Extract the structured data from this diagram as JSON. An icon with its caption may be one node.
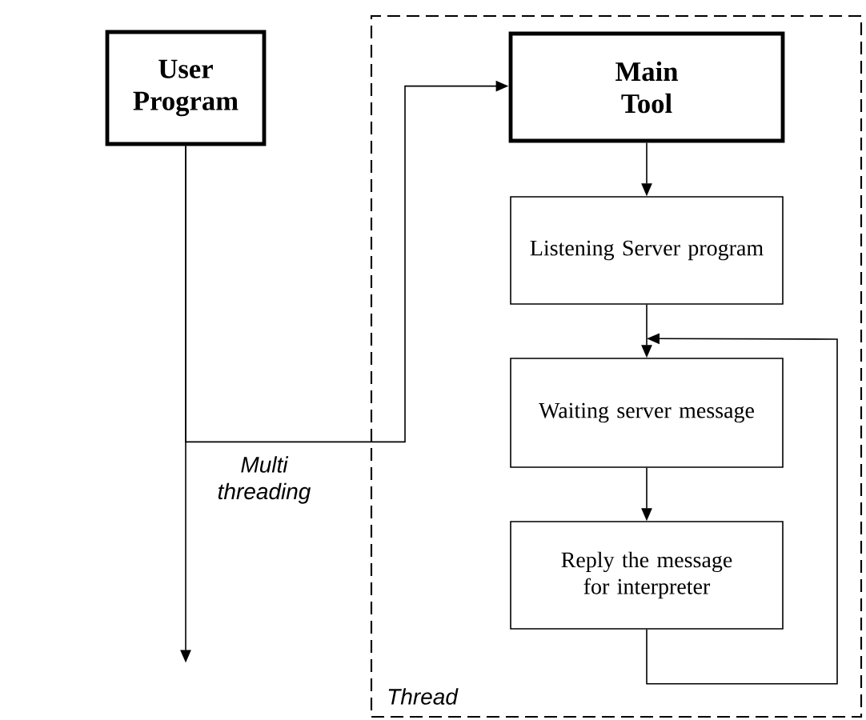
{
  "diagram": {
    "nodes": [
      {
        "text": [
          "User Program"
        ]
      },
      {
        "text": [
          "Thread"
        ]
      },
      {
        "text": [
          "Main Tool"
        ],
        "in": 1
      },
      {
        "text": [
          "Listening Server program"
        ],
        "in": 1
      },
      {
        "text": [
          "Waiting server message"
        ],
        "in": 1
      },
      {
        "text": [
          "Reply the message for interpreter"
        ],
        "in": 1
      }
    ],
    "edges": [
      {
        "from": 0,
        "to": null,
        "arrow": "to"
      },
      {
        "from": 0,
        "to": 2,
        "arrow": "to",
        "label": "Multi threading"
      },
      {
        "from": 2,
        "to": 3,
        "arrow": "to"
      },
      {
        "from": 3,
        "to": 4,
        "arrow": "to"
      },
      {
        "from": 4,
        "to": 5,
        "arrow": "to"
      },
      {
        "from": 5,
        "to": 4,
        "arrow": "to"
      }
    ]
  }
}
